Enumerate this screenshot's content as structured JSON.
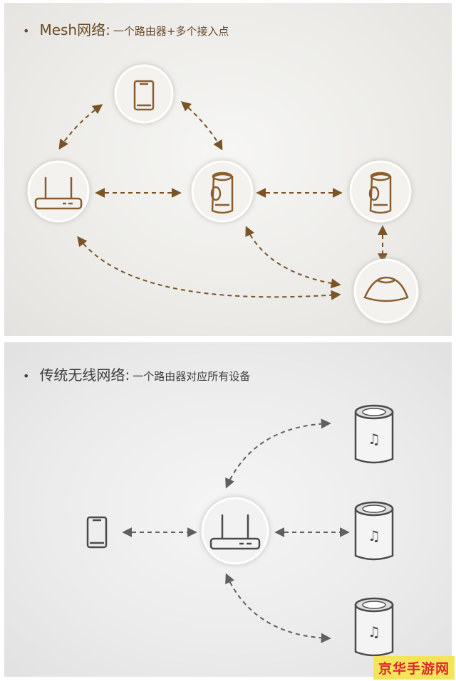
{
  "mesh": {
    "bullet": "•",
    "title": "Mesh网络",
    "colon": ":",
    "subtitle": "一个路由器+多个接入点",
    "colors": {
      "accent": "#7a5326",
      "icon": "#8a5e2c"
    }
  },
  "traditional": {
    "bullet": "•",
    "title": "传统无线网络",
    "colon": ":",
    "subtitle": "一个路由器对应所有设备",
    "colors": {
      "accent": "#5f5f5f",
      "icon": "#4a4a4a"
    }
  },
  "watermark": "京华手游网",
  "icons": {
    "mesh": [
      "phone-icon",
      "router-icon",
      "smart-speaker-icon",
      "smart-speaker-icon",
      "dome-speaker-icon"
    ],
    "traditional": [
      "phone-icon",
      "router-icon",
      "music-speaker-icon",
      "music-speaker-icon",
      "music-speaker-icon"
    ]
  }
}
